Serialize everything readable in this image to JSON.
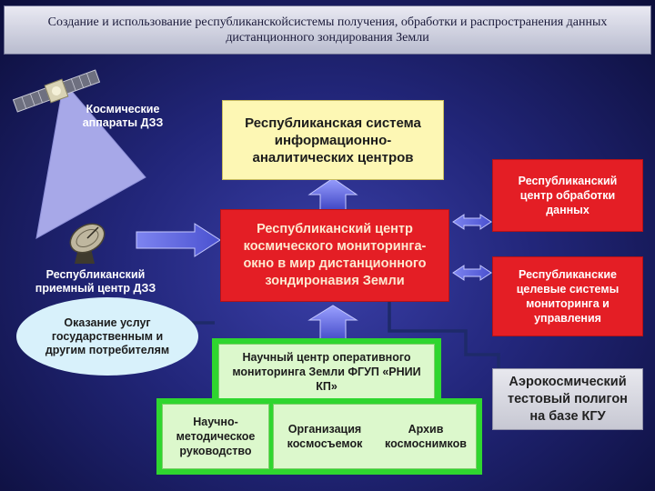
{
  "title": "Создание и использование республиканскойсистемы получения, обработки и распространения данных дистанционного зондирования Земли",
  "nodes": {
    "satellites": "Космические аппараты ДЗЗ",
    "receiving_center": "Республиканский приемный центр ДЗЗ",
    "services": "Оказание услуг государственным и другим потребителям",
    "info_system": "Республиканская система информационно-аналитических центров",
    "monitoring_center": "Республиканский центр космического мониторинга-окно в мир дистанционного зондиронавия Земли",
    "processing_center": "Республиканский центр обработки данных",
    "target_systems": "Республиканские целевые системы мониторинга и управления",
    "science_center": "Научный центр оперативного мониторинга Земли ФГУП «РНИИ КП»",
    "methodical": "Научно-методическое руководство",
    "survey_org": "Организация космосъемок",
    "archive": "Архив космоснимков",
    "test_range": "Аэрокосмический тестовый полигон на базе КГУ"
  },
  "colors": {
    "background": "#22267a",
    "yellow_box": "#fdf7b4",
    "red_box": "#e41e25",
    "green_frame": "#2fd62f",
    "green_box": "#dcf8cc",
    "gray_box": "#d6d7e0",
    "oval": "#d8f1fb",
    "beam": "#a7a8e8",
    "arrow": "#5b63d8"
  },
  "icons": [
    "satellite-icon",
    "dish-antenna-icon"
  ]
}
